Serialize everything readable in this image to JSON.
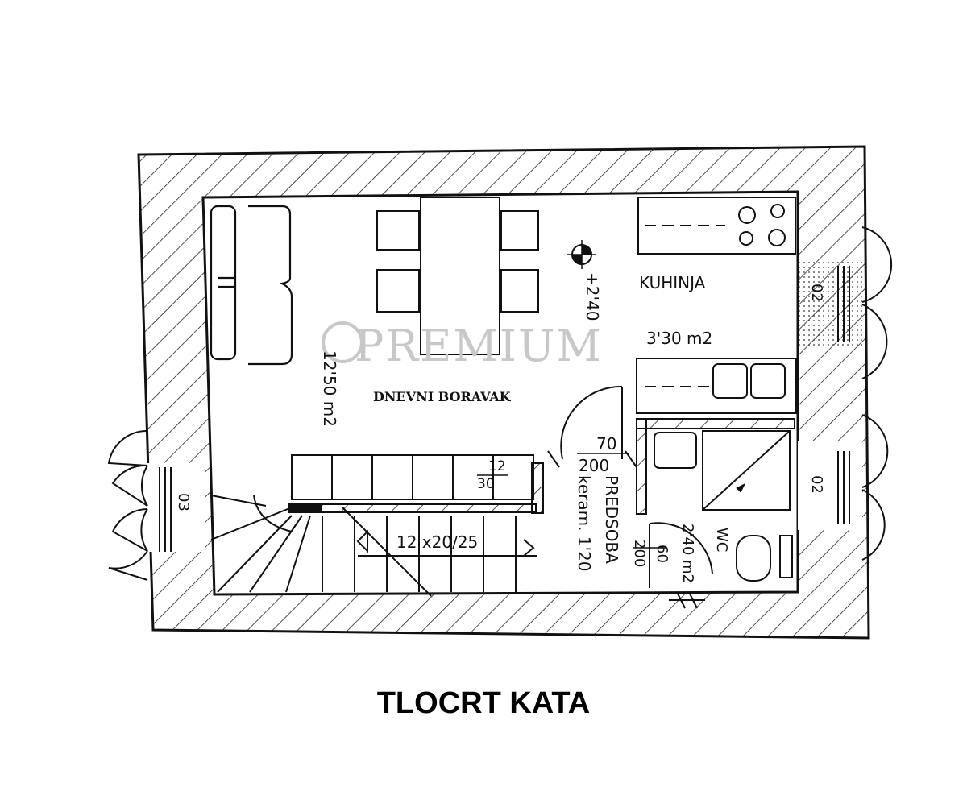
{
  "plan": {
    "rooms": {
      "living": {
        "name": "DNEVNI BORAVAK",
        "area": "12'50 m2"
      },
      "kitchen": {
        "name": "KUHINJA",
        "area": "3'30 m2"
      },
      "hall": {
        "name": "PREDSOBA",
        "finish": "keram. 1'20"
      },
      "wc": {
        "name": "WC",
        "area": "2'40 m2"
      }
    },
    "level": "+2'40",
    "stairs": "12 x20/25",
    "windows": {
      "left": "03",
      "right_top": "02",
      "right_bottom": "02"
    },
    "doors": {
      "hall_door": {
        "w": "70",
        "h": "200"
      },
      "wc_door": {
        "w": "60",
        "h": "200"
      }
    },
    "rail": {
      "w": "12",
      "h": "30"
    }
  },
  "watermark": "PREMIUM",
  "caption": "TLOCRT KATA",
  "colors": {
    "ink": "#111111",
    "watermark": "#c8c8c8"
  }
}
